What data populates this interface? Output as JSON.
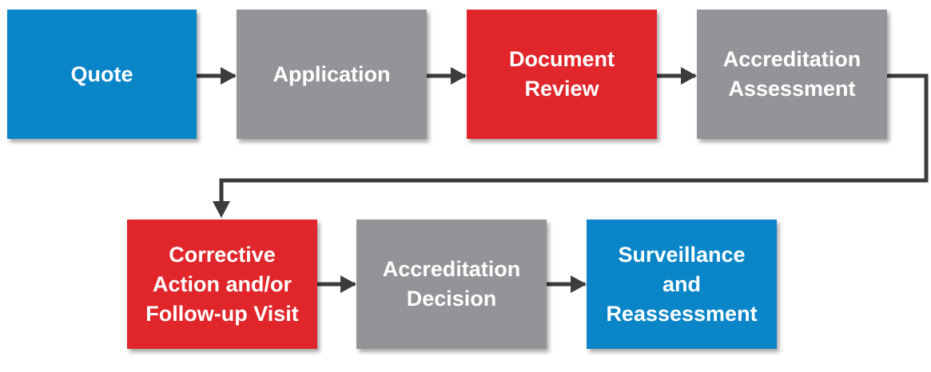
{
  "colors": {
    "blue": "#0a85c8",
    "gray": "#939498",
    "red": "#e0262b",
    "arrow": "#3c3c3c",
    "text": "#ffffff"
  },
  "steps": [
    {
      "label": "Quote",
      "color": "blue"
    },
    {
      "label": "Application",
      "color": "gray"
    },
    {
      "label": "Document\nReview",
      "color": "red"
    },
    {
      "label": "Accreditation\nAssessment",
      "color": "gray"
    },
    {
      "label": "Corrective\nAction and/or\nFollow-up Visit",
      "color": "red"
    },
    {
      "label": "Accreditation\nDecision",
      "color": "gray"
    },
    {
      "label": "Surveillance\nand\nReassessment",
      "color": "blue"
    }
  ]
}
